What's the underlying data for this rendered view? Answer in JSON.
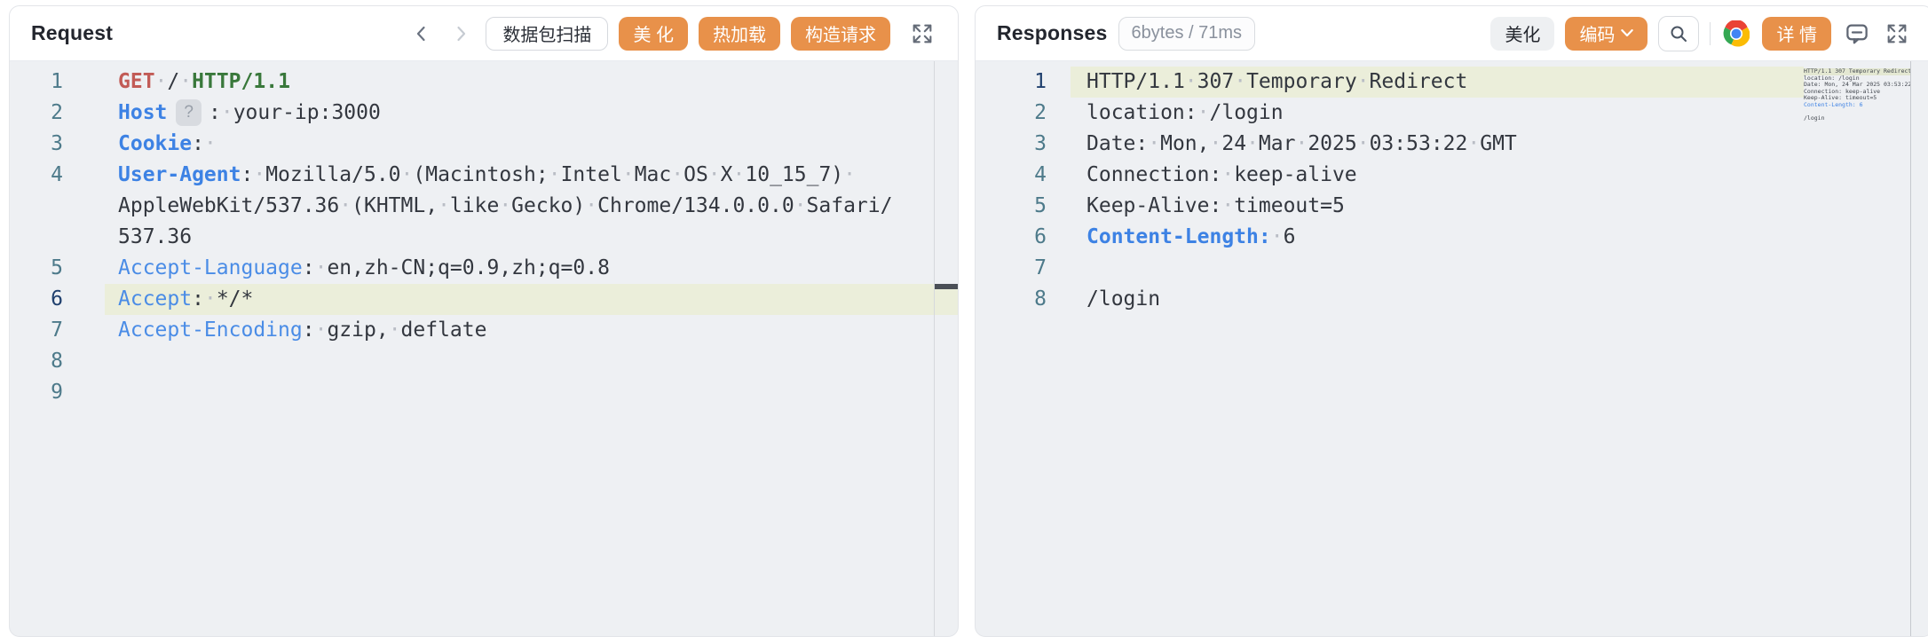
{
  "request_panel": {
    "title": "Request",
    "nav": {
      "prev_icon": "chevron-left",
      "next_icon": "chevron-right"
    },
    "toolbar": {
      "scan": "数据包扫描",
      "beautify": "美 化",
      "hot_reload": "热加载",
      "construct": "构造请求",
      "expand_icon": "expand-arrows"
    },
    "code": [
      {
        "num": 1,
        "active": false,
        "tokens": [
          {
            "t": "GET",
            "c": "m"
          },
          {
            "t": " / ",
            "c": "p"
          },
          {
            "t": "HTTP/1.1",
            "c": "v"
          }
        ]
      },
      {
        "num": 2,
        "active": false,
        "tokens": [
          {
            "t": "Host",
            "c": "hb"
          },
          {
            "t": "?",
            "c": "b"
          },
          {
            "t": ": your-ip:3000",
            "c": "p"
          }
        ]
      },
      {
        "num": 3,
        "active": false,
        "tokens": [
          {
            "t": "Cookie",
            "c": "hb"
          },
          {
            "t": ": ",
            "c": "p"
          }
        ]
      },
      {
        "num": 4,
        "active": false,
        "tokens": [
          {
            "t": "User-Agent",
            "c": "hb"
          },
          {
            "t": ": Mozilla/5.0 (Macintosh; Intel Mac OS X 10_15_7) AppleWebKit/537.36 (KHTML, like Gecko) Chrome/134.0.0.0 Safari/537.36",
            "c": "p"
          }
        ]
      },
      {
        "num": 5,
        "active": false,
        "tokens": [
          {
            "t": "Accept-Language",
            "c": "h"
          },
          {
            "t": ": en,zh-CN;q=0.9,zh;q=0.8",
            "c": "p"
          }
        ]
      },
      {
        "num": 6,
        "active": true,
        "tokens": [
          {
            "t": "Accept",
            "c": "h"
          },
          {
            "t": ": */*",
            "c": "p"
          }
        ]
      },
      {
        "num": 7,
        "active": false,
        "tokens": [
          {
            "t": "Accept-Encoding",
            "c": "h"
          },
          {
            "t": ": gzip, deflate",
            "c": "p"
          }
        ]
      },
      {
        "num": 8,
        "active": false,
        "tokens": []
      },
      {
        "num": 9,
        "active": false,
        "tokens": []
      }
    ]
  },
  "response_panel": {
    "title": "Responses",
    "meta_badge": "6bytes / 71ms",
    "toolbar": {
      "beautify": "美化",
      "encode": "编码",
      "encode_caret_icon": "chevron-down",
      "search_icon": "magnifier",
      "browser_icon": "chrome-logo",
      "details": "详 情",
      "comment_icon": "speech-bubble",
      "expand_icon": "expand-arrows"
    },
    "code": [
      {
        "num": 1,
        "active": true,
        "tokens": [
          {
            "t": "HTTP/1.1 307 Temporary Redirect",
            "c": "p"
          }
        ]
      },
      {
        "num": 2,
        "active": false,
        "tokens": [
          {
            "t": "location: /login",
            "c": "p"
          }
        ]
      },
      {
        "num": 3,
        "active": false,
        "tokens": [
          {
            "t": "Date: Mon, 24 Mar 2025 03:53:22 GMT",
            "c": "p"
          }
        ]
      },
      {
        "num": 4,
        "active": false,
        "tokens": [
          {
            "t": "Connection: keep-alive",
            "c": "p"
          }
        ]
      },
      {
        "num": 5,
        "active": false,
        "tokens": [
          {
            "t": "Keep-Alive: timeout=5",
            "c": "p"
          }
        ]
      },
      {
        "num": 6,
        "active": false,
        "tokens": [
          {
            "t": "Content-Length:",
            "c": "hb"
          },
          {
            "t": " 6",
            "c": "p"
          }
        ]
      },
      {
        "num": 7,
        "active": false,
        "tokens": []
      },
      {
        "num": 8,
        "active": false,
        "tokens": [
          {
            "t": "/login",
            "c": "p"
          }
        ]
      }
    ]
  },
  "colors": {
    "accent_orange": "#e8914a",
    "active_line_bg": "#ebeeda",
    "header_blue": "#3d82e4",
    "method_red": "#c25b56",
    "version_green": "#39783b",
    "line_number": "#4d7a8a",
    "line_number_active": "#20406e"
  }
}
